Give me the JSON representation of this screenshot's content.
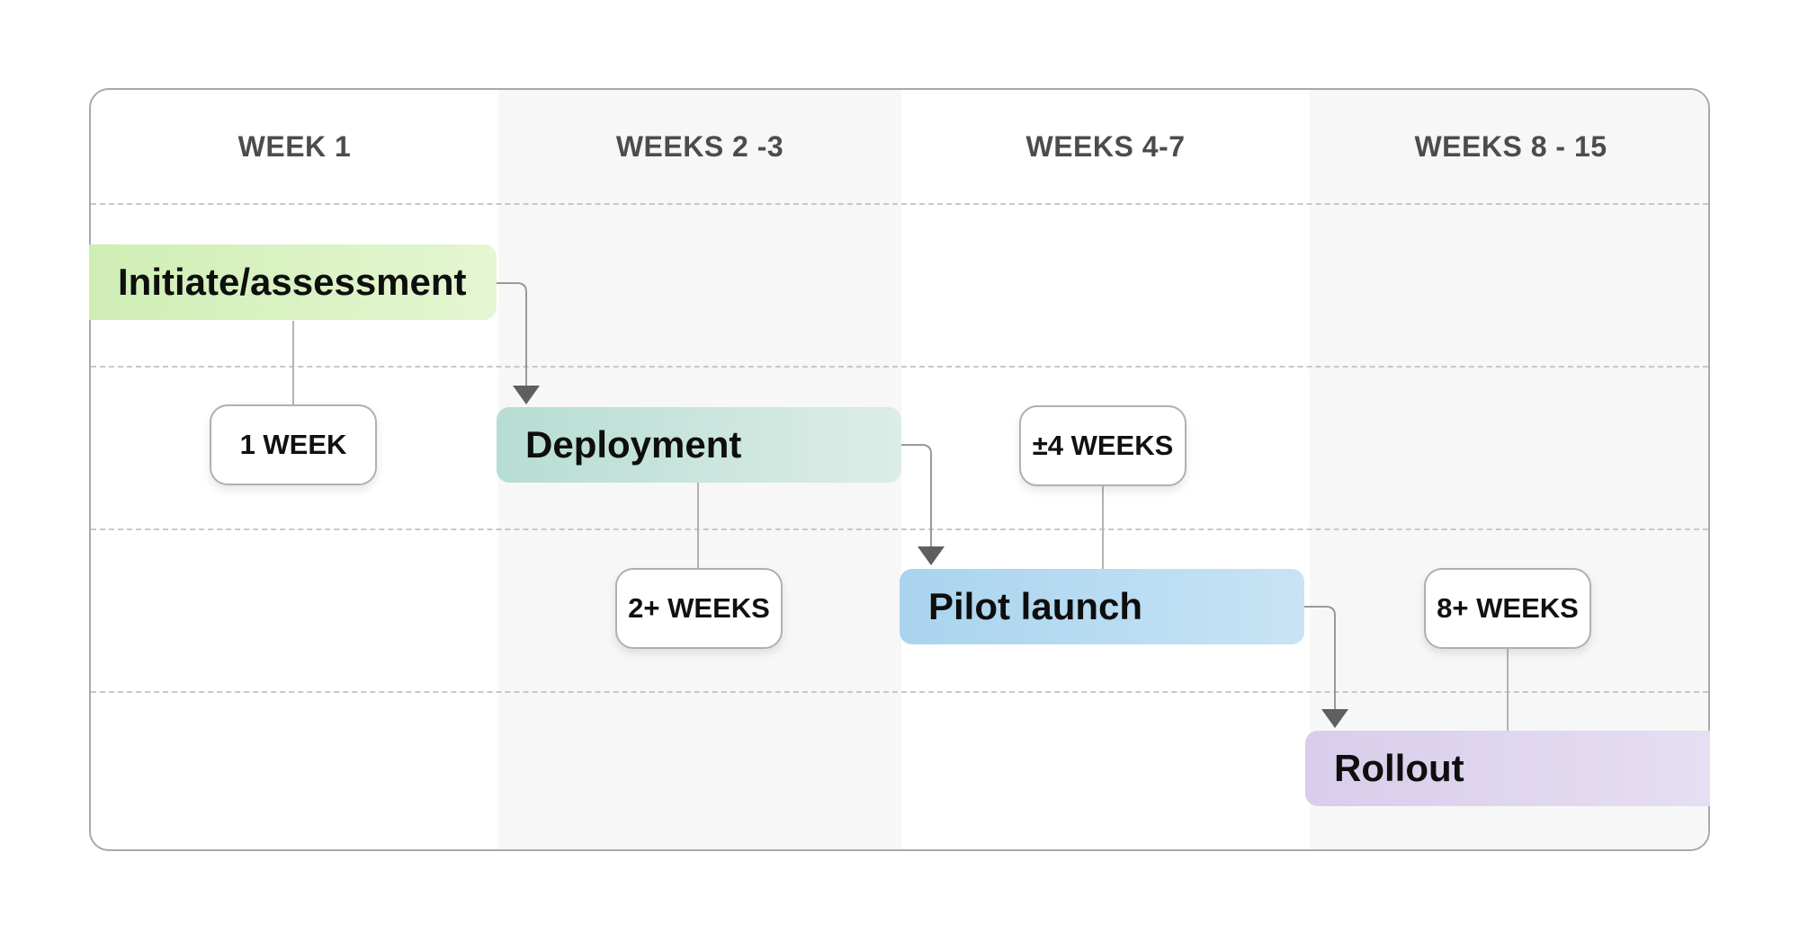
{
  "diagram": {
    "columns": [
      {
        "header": "WEEK 1"
      },
      {
        "header": "WEEKS 2 -3"
      },
      {
        "header": "WEEKS 4-7"
      },
      {
        "header": "WEEKS 8 - 15"
      }
    ],
    "phases": [
      {
        "label": "Initiate/assessment",
        "duration": "1 WEEK",
        "color_start": "#cfeeb4",
        "color_end": "#e4f6d2"
      },
      {
        "label": "Deployment",
        "duration": "2+ WEEKS",
        "color_start": "#b7ddd3",
        "color_end": "#dcede7"
      },
      {
        "label": "Pilot launch",
        "duration": "±4 WEEKS",
        "color_start": "#a9d4ee",
        "color_end": "#c8e3f5"
      },
      {
        "label": "Rollout",
        "duration": "8+ WEEKS",
        "color_start": "#d8cdeb",
        "color_end": "#e6def3"
      }
    ],
    "style": {
      "column_alt_bg": "#f7f7f7",
      "header_text_color": "#4c4c4c",
      "connector_color": "#999999",
      "thin_line_color": "#b4b4b4",
      "arrowhead_color": "#5f5f5f",
      "card_border_color": "#a9a9a9"
    }
  }
}
